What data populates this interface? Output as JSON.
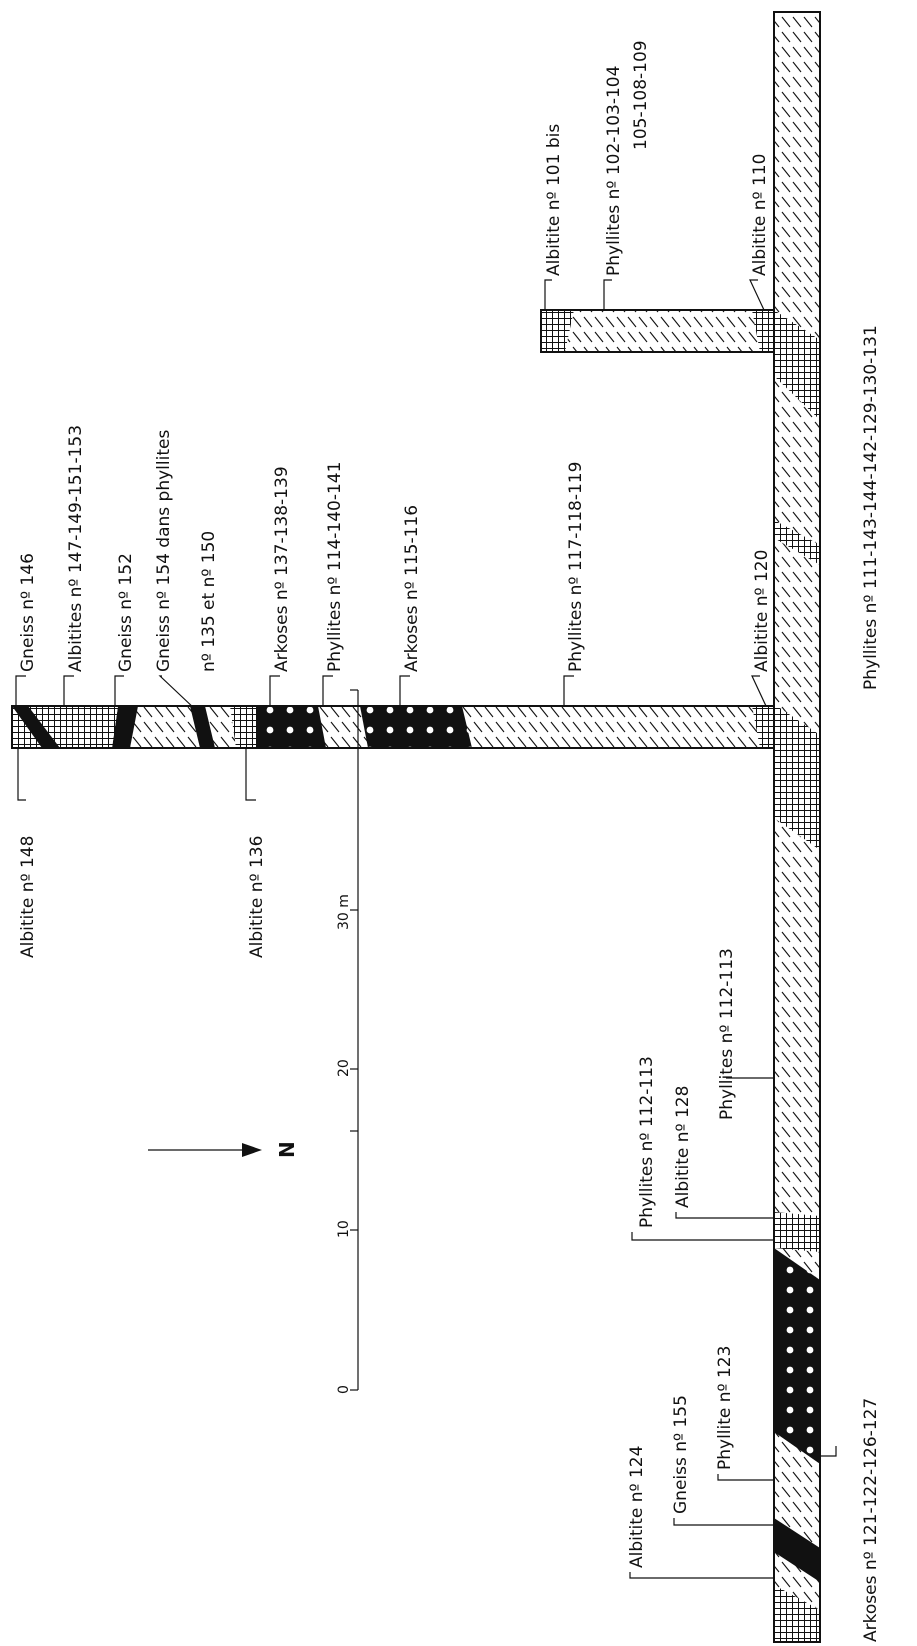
{
  "scale": {
    "tick_labels": [
      "0",
      "10",
      "20",
      "30 m"
    ]
  },
  "north_arrow": {
    "label": "N"
  },
  "labels": {
    "albitite_148": "Albitite  nº  148",
    "gneiss_146": "Gneiss  nº  146",
    "albitites_147": "Albitites  nº 147-149-151-153",
    "gneiss_152": "Gneiss  nº  152",
    "gneiss_154_line1": "Gneiss  nº  154  dans  phyllites",
    "gneiss_154_line2": "nº  135  et  nº  150",
    "albitite_136": "Albitite  nº  136",
    "arkoses_137": "Arkoses  nº  137-138-139",
    "phyllites_114": "Phyllites  nº  114-140-141",
    "arkoses_115": "Arkoses  nº  115-116",
    "phyllites_117": "Phyllites  nº  117-118-119",
    "albitite_120": "Albitite  nº  120",
    "albitite_101": "Albitite  nº  101  bis",
    "phyllites_102_line1": "Phyllites  nº  102-103-104",
    "phyllites_102_line2": "105-108-109",
    "albitite_110": "Albitite  nº  110",
    "phyllites_111": "Phyllites  nº  111-143-144-142-129-130-131",
    "phyllites_112_a": "Phyllites  nº  112-113",
    "albitite_128": "Albitite  nº  128",
    "phyllites_112_b": "Phyllites  nº  112-113",
    "arkoses_121": "Arkoses  nº  121-122-126-127",
    "albitite_124": "Albitite  nº  124",
    "gneiss_155": "Gneiss  nº  155",
    "phyllite_123": "Phyllite  nº 123"
  }
}
